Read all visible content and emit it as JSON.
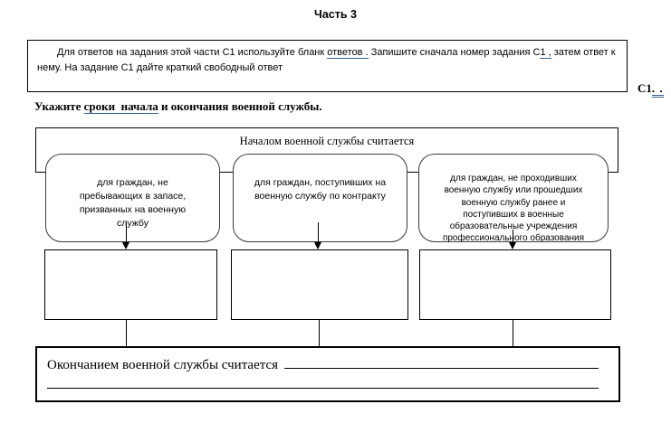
{
  "page": {
    "title": "Часть 3"
  },
  "instruction": {
    "seg1": "Для ответов на задания этой части С1 используйте бланк ",
    "seg2_underlined": "ответов .",
    "seg3": " Запишите сначала номер задания С",
    "seg4_underlined": "1 ,",
    "seg5": " затем ответ к нему. На задание С1 дайте краткий свободный ответ"
  },
  "c1_label": {
    "prefix": "С1",
    "dots": ". ."
  },
  "prompt": {
    "pre": "Укажите ",
    "underlined": "сроки  начала",
    "post": " и окончания военной службы."
  },
  "diagram": {
    "header": "Началом военной службы считается",
    "branches": [
      {
        "label": "для граждан, не\nпребывающих в запасе,\nпризванных на военную\nслужбу"
      },
      {
        "label": "для граждан, поступивших на\nвоенную службу по контракту"
      },
      {
        "label": "для граждан, не проходивших\nвоенную службу или прошедших\nвоенную службу ранее и\nпоступивших в военные\nобразовательные учреждения\nпрофессионального образования"
      }
    ],
    "answer_boxes": [
      "",
      "",
      ""
    ],
    "ending_label": "Окончанием военной службы считается"
  },
  "colors": {
    "underline_blue": "#35618c",
    "border": "#000000",
    "background": "#ffffff"
  }
}
